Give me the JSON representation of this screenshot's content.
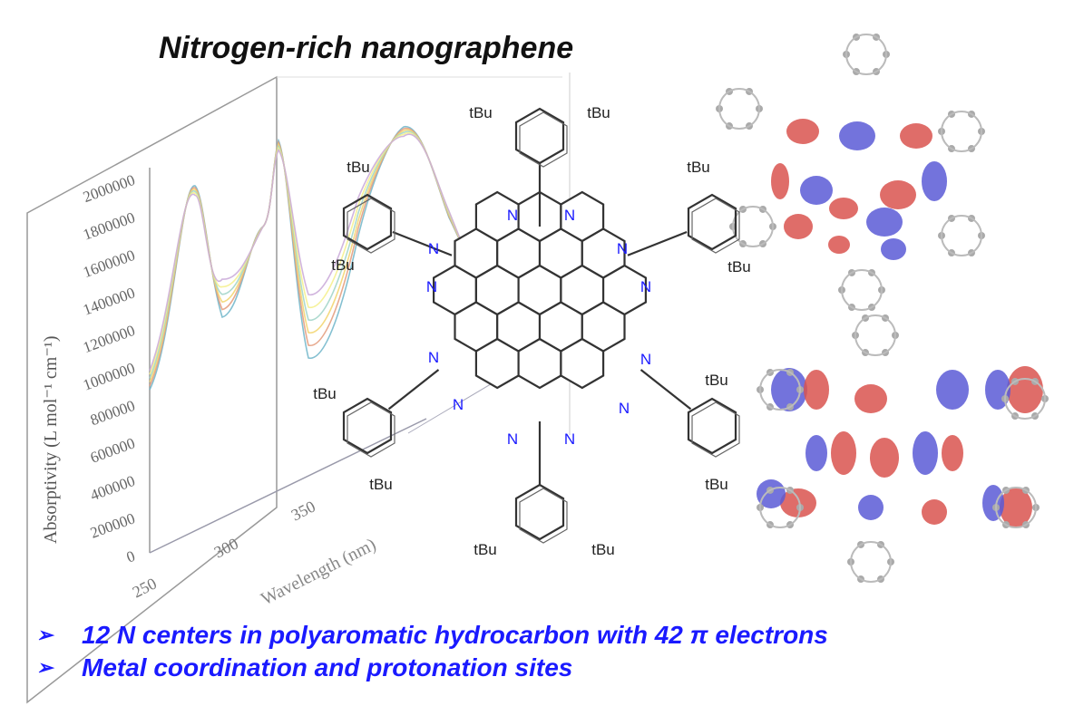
{
  "title": "Nitrogen-rich nanographene",
  "bullets": [
    {
      "marker": "➢",
      "text": "12 N centers in polyaromatic hydrocarbon with 42 π electrons"
    },
    {
      "marker": "➢",
      "text": "Metal coordination and protonation sites"
    }
  ],
  "chart_data": {
    "type": "line",
    "ylabel": "Absorptivity (L mol⁻¹ cm⁻¹)",
    "xlabel": "Wavelength (nm)",
    "yticks": [
      "0",
      "200000",
      "400000",
      "600000",
      "800000",
      "1000000",
      "1200000",
      "1400000",
      "1600000",
      "1800000",
      "2000000"
    ],
    "xticks": [
      "250",
      "300",
      "350"
    ],
    "ylim": [
      0,
      2000000
    ],
    "series_colors": [
      "#6fb5c9",
      "#e39a7a",
      "#f2d46b",
      "#9fd3c7",
      "#f5f08a",
      "#c9a8d8"
    ]
  },
  "molecule": {
    "n_label": "N",
    "tbu_label": "tBu"
  },
  "colors": {
    "accent": "#1a1aff",
    "lobe_pos": "#d9534f",
    "lobe_neg": "#5b5bd6"
  }
}
